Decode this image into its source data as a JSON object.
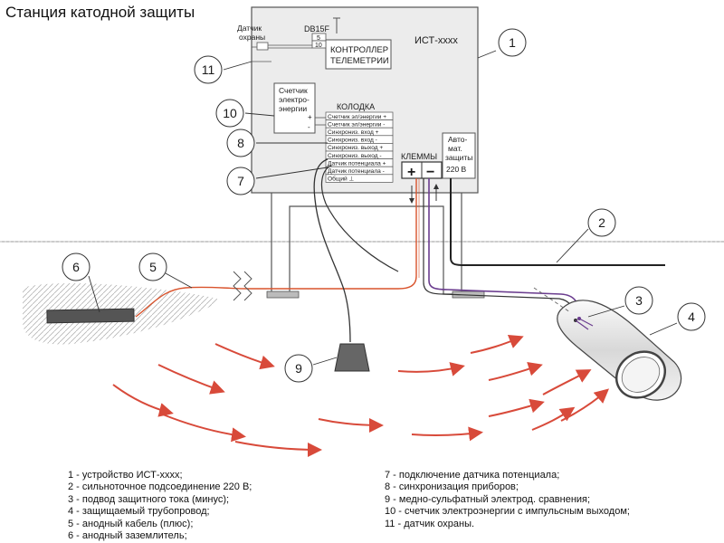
{
  "title": "Станция катодной защиты",
  "device": {
    "name": "ИСТ-xxxx",
    "db_label": "DB15F",
    "db_pins": [
      "5",
      "10"
    ],
    "controller_line1": "КОНТРОЛЛЕР",
    "controller_line2": "ТЕЛЕМЕТРИИ",
    "guard_sensor_line1": "Датчик",
    "guard_sensor_line2": "охраны",
    "meter_lines": [
      "Счетчик",
      "электро-",
      "энергии"
    ],
    "meter_plus": "+",
    "meter_minus": "-",
    "terminal_block_title": "КОЛОДКА",
    "terminal_rows": [
      "Счетчик эл/энергии +",
      "Счетчик эл/энергии -",
      "Синхрониз. вход +",
      "Синхрониз. вход -",
      "Синхрониз. выход +",
      "Синхрониз. выход -",
      "Датчик потенциала +",
      "Датчик потенциала -",
      "Общий ⊥"
    ],
    "terminals_title": "КЛЕММЫ",
    "terminal_plus": "+",
    "terminal_minus": "−",
    "breaker_lines": [
      "Авто-",
      "мат.",
      "защиты",
      "220 В"
    ]
  },
  "callouts": [
    "1",
    "2",
    "3",
    "4",
    "5",
    "6",
    "7",
    "8",
    "9",
    "10",
    "11"
  ],
  "legend_left": [
    "1 - устройство ИСТ-xxxx;",
    "2 - сильноточное подсоединение 220 В;",
    "3 - подвод защитного тока (минус);",
    "4 - защищаемый трубопровод;",
    "5 - анодный кабель (плюс);",
    "6 - анодный заземлитель;"
  ],
  "legend_right": [
    "7 - подключение датчика потенциала;",
    "8 - синхронизация приборов;",
    "9 - медно-сульфатный электрод. сравнения;",
    "10 - счетчик электроэнергии с импульсным выходом;",
    "11 - датчик охраны."
  ],
  "colors": {
    "cabinet": "#ececec",
    "outline": "#555555",
    "ground_hatch": "#b5b5b5",
    "anode_cable": "#d9532c",
    "arrows": "#d84a3a",
    "minus_cable": "#6b3d8f",
    "power_cable": "#222222",
    "pipe": "#e8e8e8"
  }
}
